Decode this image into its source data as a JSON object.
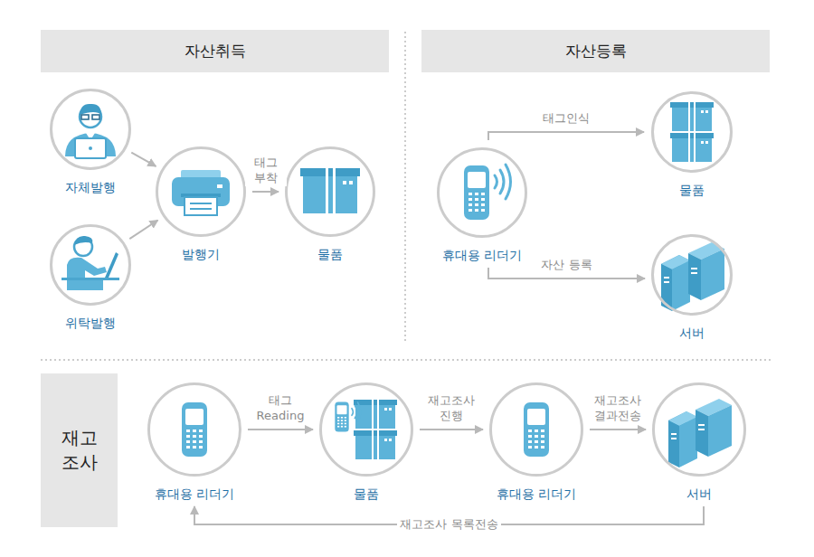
{
  "diagram": {
    "nodes": [
      {
        "text": [
          "자산취득"
        ]
      },
      {
        "text": [
          "자산등록"
        ]
      },
      {
        "text": [
          "자체발행"
        ]
      },
      {
        "text": [
          "위탁발행"
        ]
      },
      {
        "text": [
          "발행기"
        ]
      },
      {
        "text": [
          "물품"
        ]
      },
      {
        "text": [
          "휴대용 리더기"
        ]
      },
      {
        "text": [
          "물품"
        ]
      },
      {
        "text": [
          "서버"
        ]
      },
      {
        "text": [
          "재고 조사"
        ]
      },
      {
        "text": [
          "휴대용 리더기"
        ]
      },
      {
        "text": [
          "물품"
        ]
      },
      {
        "text": [
          "휴대용 리더기"
        ]
      },
      {
        "text": [
          "서버"
        ]
      }
    ],
    "edges": [
      {
        "from": 2,
        "to": 4,
        "arrow": "to"
      },
      {
        "from": 3,
        "to": 4,
        "arrow": "to"
      },
      {
        "from": 4,
        "to": 5,
        "label": "태그 부착",
        "arrow": "to"
      },
      {
        "from": 6,
        "to": 7,
        "label": "태그인식",
        "arrow": "to"
      },
      {
        "from": 6,
        "to": 8,
        "label": "자산 등록",
        "arrow": "to"
      },
      {
        "from": 10,
        "to": 11,
        "label": "태그 Reading",
        "arrow": "to"
      },
      {
        "from": 11,
        "to": 12,
        "label": "재고조사 진행",
        "arrow": "to"
      },
      {
        "from": 12,
        "to": 13,
        "label": "재고조사 결과전송",
        "arrow": "to"
      },
      {
        "from": 13,
        "to": 10,
        "label": "재고조사 목록전송",
        "arrow": "to"
      }
    ]
  }
}
